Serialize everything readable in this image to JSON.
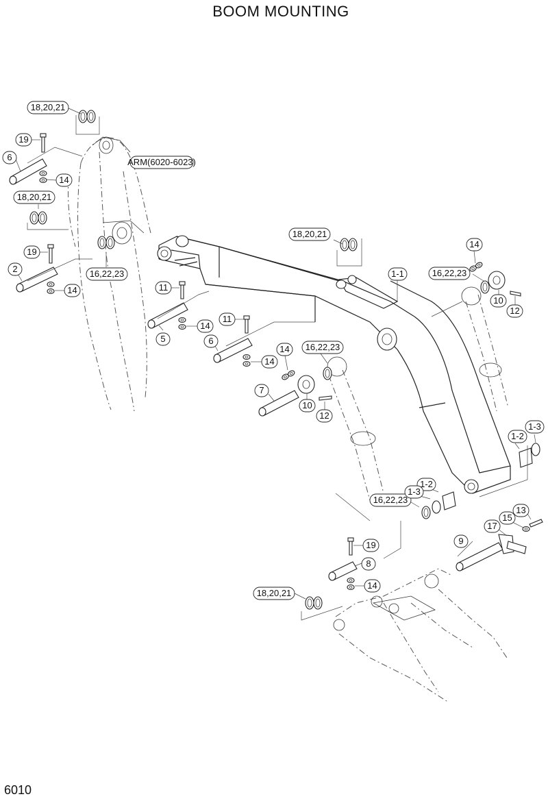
{
  "title": "BOOM MOUNTING",
  "page_number": "6010",
  "arm_note": "ARM(6020-6023)",
  "callouts": [
    {
      "id": "c1",
      "text": "18,20,21"
    },
    {
      "id": "c2",
      "text": "19"
    },
    {
      "id": "c3",
      "text": "6"
    },
    {
      "id": "c4",
      "text": "14"
    },
    {
      "id": "c5",
      "text": "18,20,21"
    },
    {
      "id": "c6",
      "text": "19"
    },
    {
      "id": "c7",
      "text": "2"
    },
    {
      "id": "c8",
      "text": "14"
    },
    {
      "id": "c9",
      "text": "16,22,23"
    },
    {
      "id": "c10",
      "text": "11"
    },
    {
      "id": "c11",
      "text": "14"
    },
    {
      "id": "c12",
      "text": "5"
    },
    {
      "id": "c13",
      "text": "11"
    },
    {
      "id": "c14",
      "text": "6"
    },
    {
      "id": "c15",
      "text": "14"
    },
    {
      "id": "c16",
      "text": "18,20,21"
    },
    {
      "id": "c17",
      "text": "1-1"
    },
    {
      "id": "c18",
      "text": "14"
    },
    {
      "id": "c19",
      "text": "16,22,23"
    },
    {
      "id": "c20",
      "text": "10"
    },
    {
      "id": "c21",
      "text": "12"
    },
    {
      "id": "c22",
      "text": "14"
    },
    {
      "id": "c23",
      "text": "16,22,23"
    },
    {
      "id": "c24",
      "text": "7"
    },
    {
      "id": "c25",
      "text": "10"
    },
    {
      "id": "c26",
      "text": "12"
    },
    {
      "id": "c27",
      "text": "1-3"
    },
    {
      "id": "c28",
      "text": "1-2"
    },
    {
      "id": "c29",
      "text": "16,22,23"
    },
    {
      "id": "c30",
      "text": "1-2"
    },
    {
      "id": "c31",
      "text": "1-3"
    },
    {
      "id": "c32",
      "text": "13"
    },
    {
      "id": "c33",
      "text": "15"
    },
    {
      "id": "c34",
      "text": "17"
    },
    {
      "id": "c35",
      "text": "9"
    },
    {
      "id": "c36",
      "text": "19"
    },
    {
      "id": "c37",
      "text": "8"
    },
    {
      "id": "c38",
      "text": "14"
    },
    {
      "id": "c39",
      "text": "18,20,21"
    }
  ]
}
